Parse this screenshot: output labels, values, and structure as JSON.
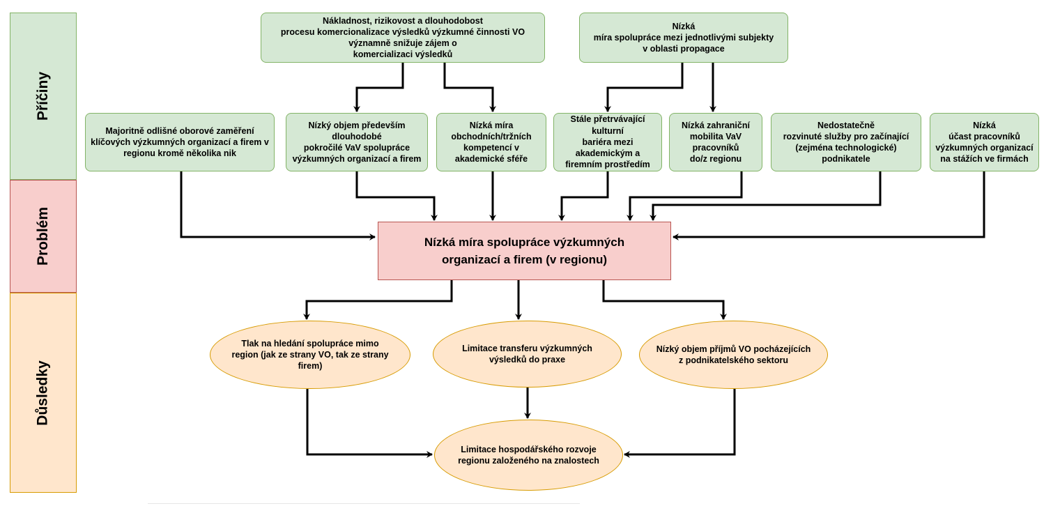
{
  "bands": {
    "causes": "Příčiny",
    "problem": "Problém",
    "consequences": "Důsledky"
  },
  "top_causes": {
    "costliness": "Nákladnost, rizikovost a dlouhodobost\nprocesu komercionalizace výsledků výzkumné činnosti VO\nvýznamně snižuje zájem o\nkomercializaci výsledků",
    "low_cooperation_promotion": "Nízká\nmíra spolupráce mezi jednotlivými subjekty\nv oblasti propagace"
  },
  "causes": {
    "different_focus": "Majoritně odlišné oborové zaměření\nklíčových výzkumných organizací a firem v\nregionu kromě několika nik",
    "low_volume_rd": "Nízký objem především\ndlouhodobé\npokročilé VaV spolupráce\nvýzkumných organizací a firem",
    "low_business_skills": "Nízká míra\nobchodních/tržních\nkompetencí v\nakademické sféře",
    "cultural_barrier": "Stále přetrvávající\nkulturní\nbariéra mezi\nakademickým a\nfiremním prostředím",
    "low_mobility": "Nízká zahraniční\nmobilita VaV\npracovníků\ndo/z regionu",
    "startup_services": "Nedostatečně\nrozvinuté služby pro začínající\n(zejména technologické)\npodnikatele",
    "low_internships": "Nízká\núčast pracovníků\nvýzkumných organizací\nna stážích ve firmách"
  },
  "problem": "Nízká míra spolupráce výzkumných\norganizací a firem (v regionu)",
  "consequences": {
    "pressure_outside": "Tlak na hledání spolupráce mimo\nregion (jak ze strany VO, tak ze strany\nfirem)",
    "transfer_limits": "Limitace transferu výzkumných\nvýsledků do praxe",
    "low_income": "Nízký objem příjmů VO pocházejících\nz podnikatelského sektoru",
    "economic_limits": "Limitace hospodářského rozvoje\nregionu založeného na znalostech"
  },
  "colors": {
    "cause_fill": "#d5e8d4",
    "cause_border": "#82b366",
    "problem_fill": "#f8cecc",
    "problem_border": "#b85450",
    "consequence_fill": "#ffe6cc",
    "consequence_border": "#d79b00",
    "arrow": "#000000"
  }
}
